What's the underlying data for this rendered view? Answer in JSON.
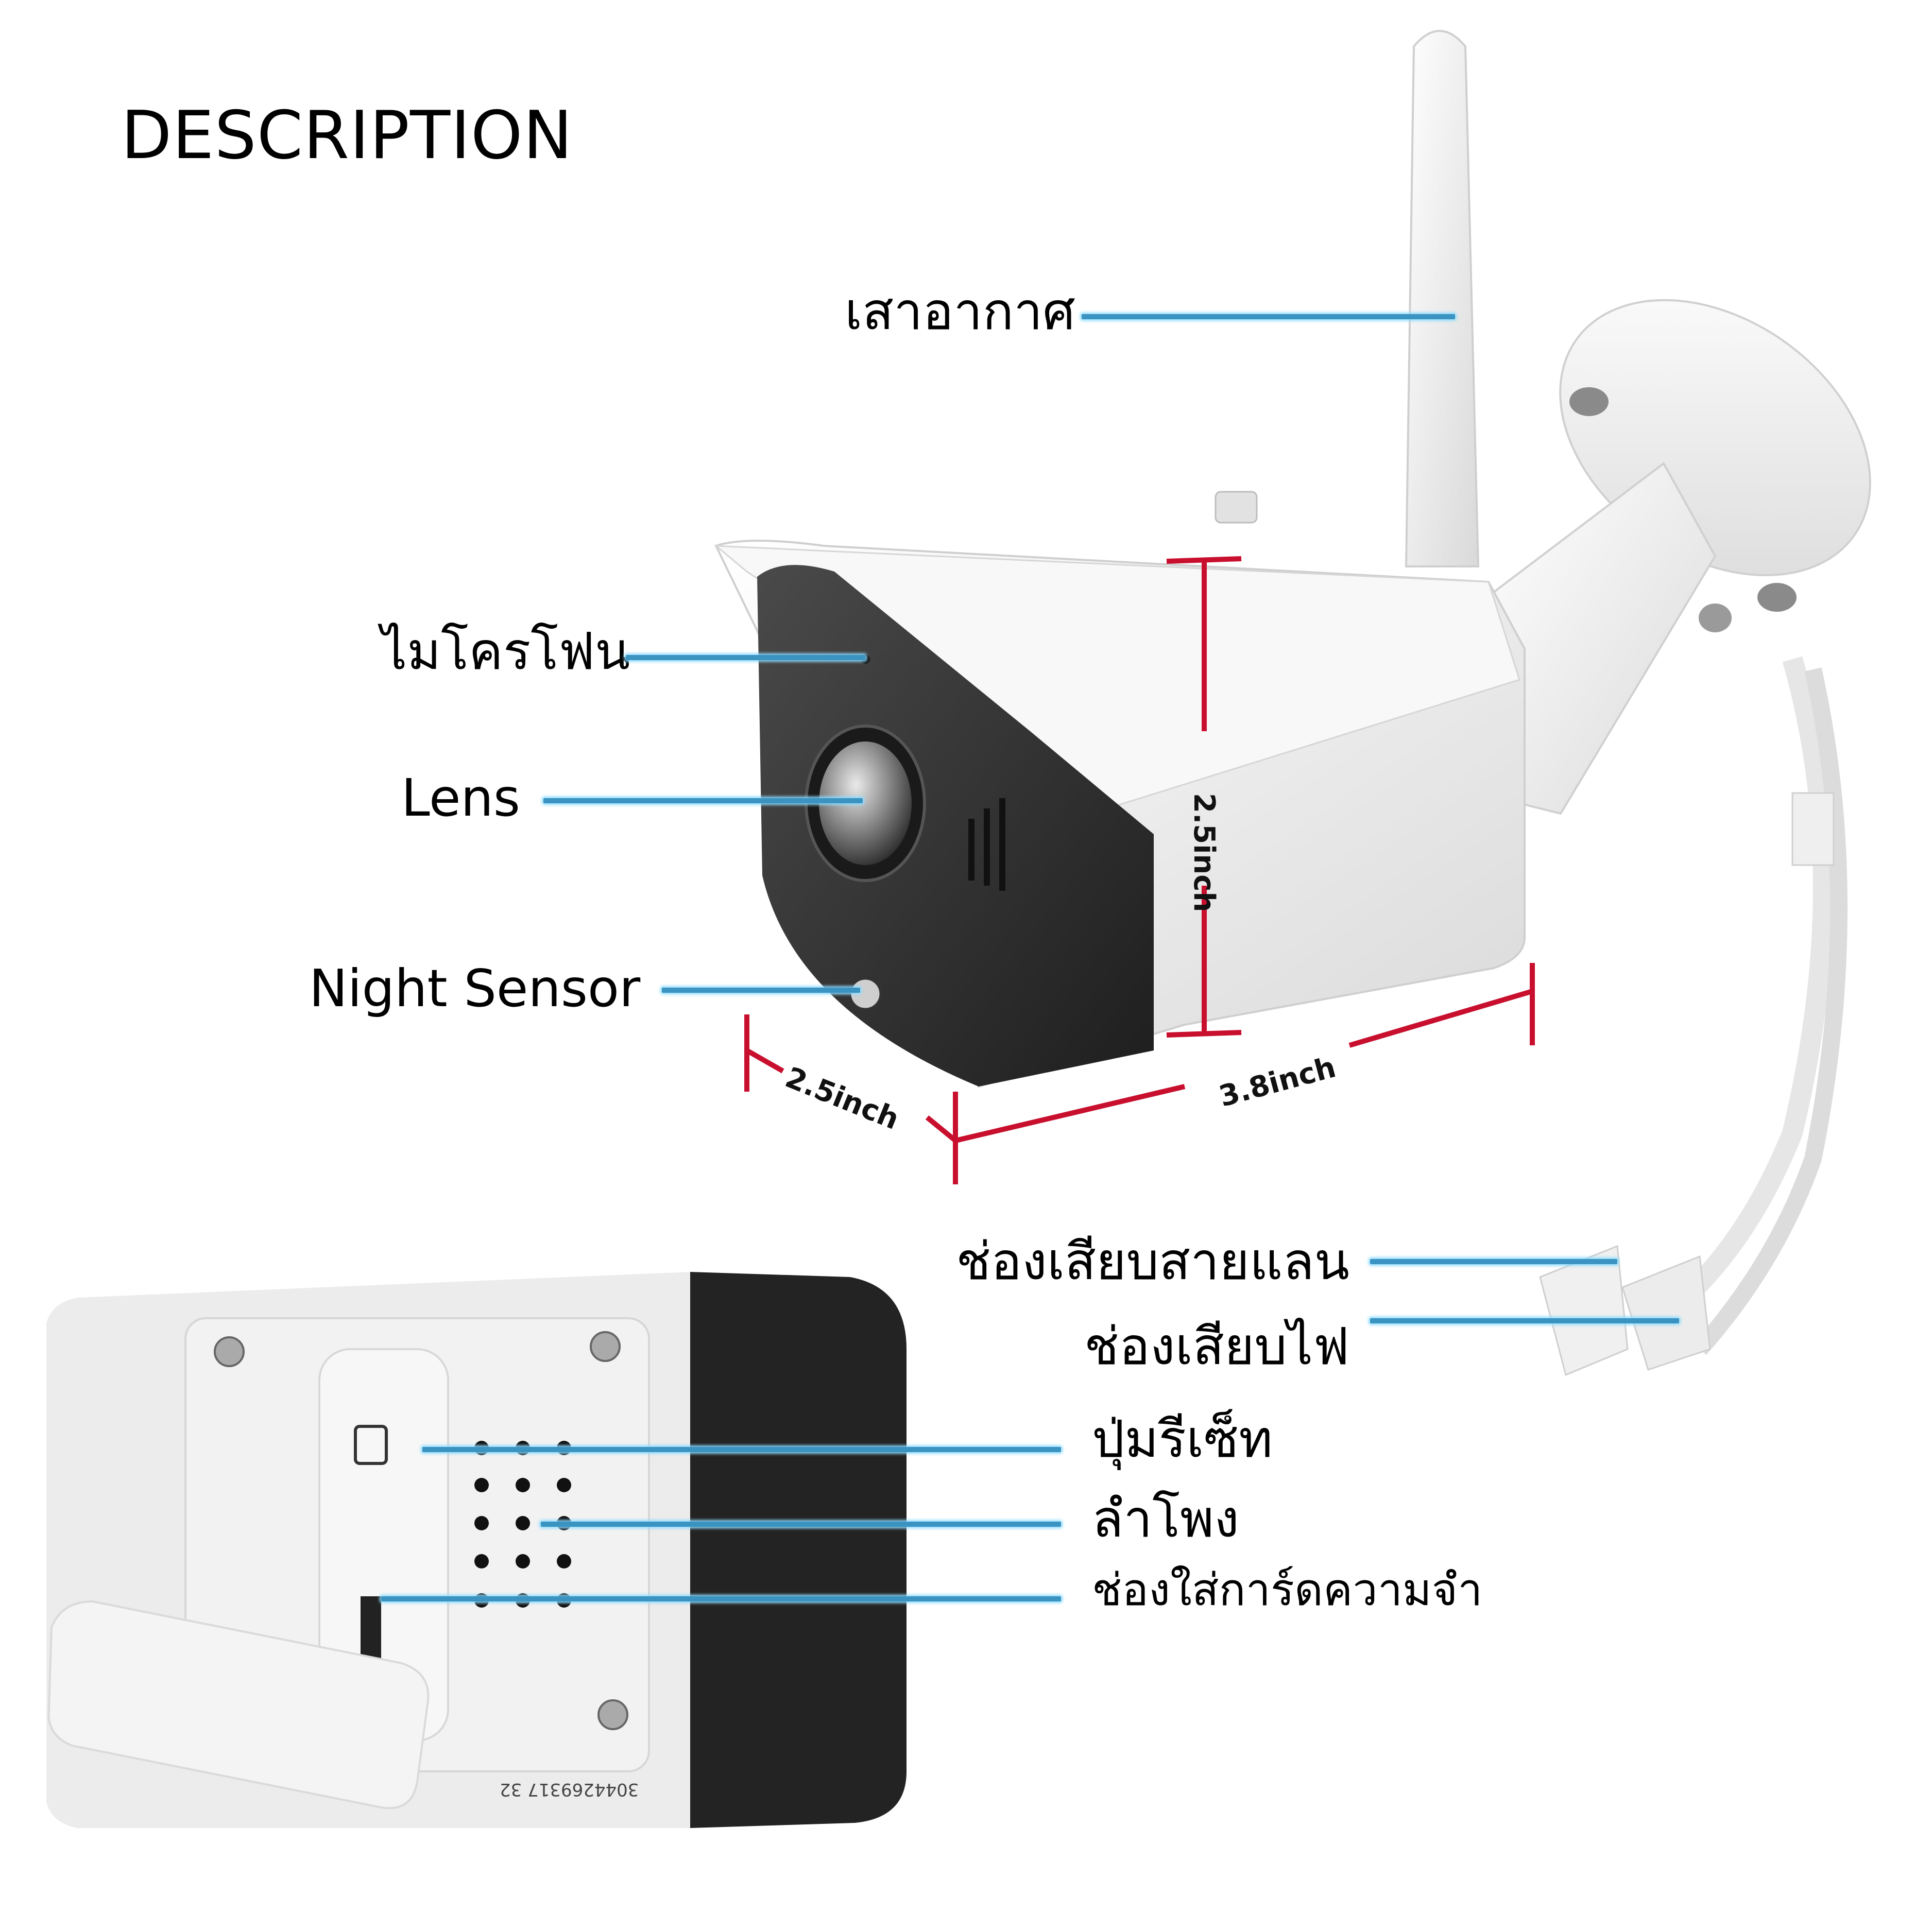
{
  "title": "DESCRIPTION",
  "colors": {
    "leader_line": "#3a93c0",
    "dimension_line": "#c8102e",
    "camera_body": "#f2f2f2",
    "camera_face": "#2e2e2e"
  },
  "main_view": {
    "labels": {
      "antenna": "เสาอากาศ",
      "microphone": "ไมโครโฟน",
      "lens": "Lens",
      "night_sensor": "Night Sensor",
      "lan_port": "ช่องเสียบสายแลน",
      "power_port": "ช่องเสียบไฟ"
    },
    "dimensions": {
      "height": "2.5inch",
      "width": "2.5inch",
      "length": "3.8inch"
    }
  },
  "bottom_view": {
    "labels": {
      "reset_button": "ปุ่มรีเซ็ท",
      "speaker": "ลำโพง",
      "memory_card_slot": "ช่องใส่การ์ดความจำ"
    },
    "serial_number": "3044269317 32"
  }
}
